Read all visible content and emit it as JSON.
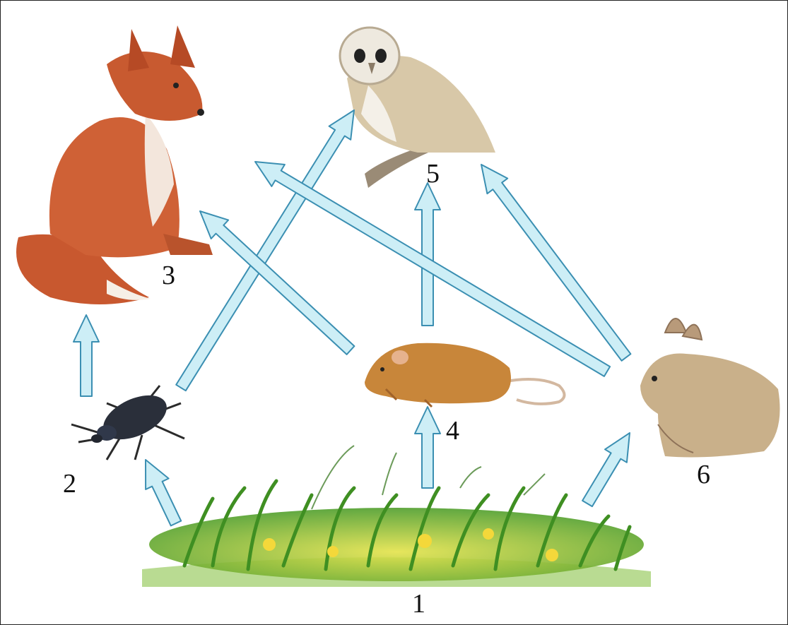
{
  "labels": {
    "grass": "1",
    "beetle": "2",
    "fox": "3",
    "mouse": "4",
    "owl": "5",
    "rabbit": "6"
  },
  "colors": {
    "arrow_fill": "#cdeef6",
    "arrow_stroke": "#3b8fb2",
    "fox": "#c8582f",
    "owl": "#d8c8a8",
    "mouse": "#c8863a",
    "rabbit": "#c9b08a",
    "beetle": "#2a2f3a",
    "grass": "#6fbf3a"
  },
  "food_links": [
    {
      "from": "grass",
      "to": "beetle"
    },
    {
      "from": "grass",
      "to": "mouse"
    },
    {
      "from": "grass",
      "to": "rabbit"
    },
    {
      "from": "beetle",
      "to": "fox"
    },
    {
      "from": "beetle",
      "to": "owl"
    },
    {
      "from": "mouse",
      "to": "fox"
    },
    {
      "from": "mouse",
      "to": "owl"
    },
    {
      "from": "rabbit",
      "to": "fox"
    },
    {
      "from": "rabbit",
      "to": "owl"
    }
  ]
}
